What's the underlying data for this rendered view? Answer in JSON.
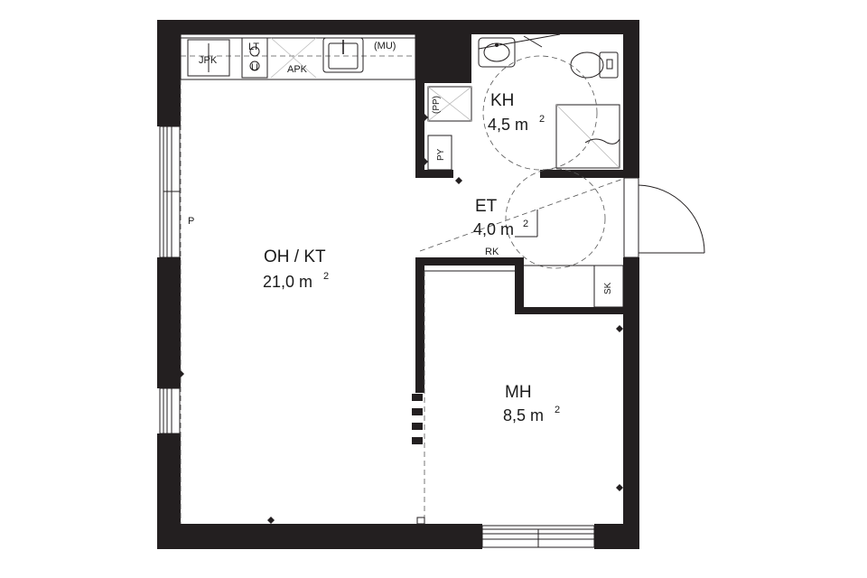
{
  "rooms": {
    "living_kitchen": {
      "name": "OH / KT",
      "area": "21,0 m",
      "sup": "2"
    },
    "bathroom": {
      "name": "KH",
      "area": "4,5 m",
      "sup": "2"
    },
    "hall": {
      "name": "ET",
      "area": "4,0 m",
      "sup": "2"
    },
    "bedroom": {
      "name": "MH",
      "area": "8,5 m",
      "sup": "2"
    }
  },
  "fixtures": {
    "dishwasher": "JPK",
    "stove_lt": "LT",
    "stove_u": "U",
    "cabinet": "APK",
    "microwave": "(MU)",
    "washer": "(PP)",
    "dryer": "PY",
    "closet_rk": "RK",
    "cabinet_sk": "SK",
    "balcony_p": "P"
  }
}
